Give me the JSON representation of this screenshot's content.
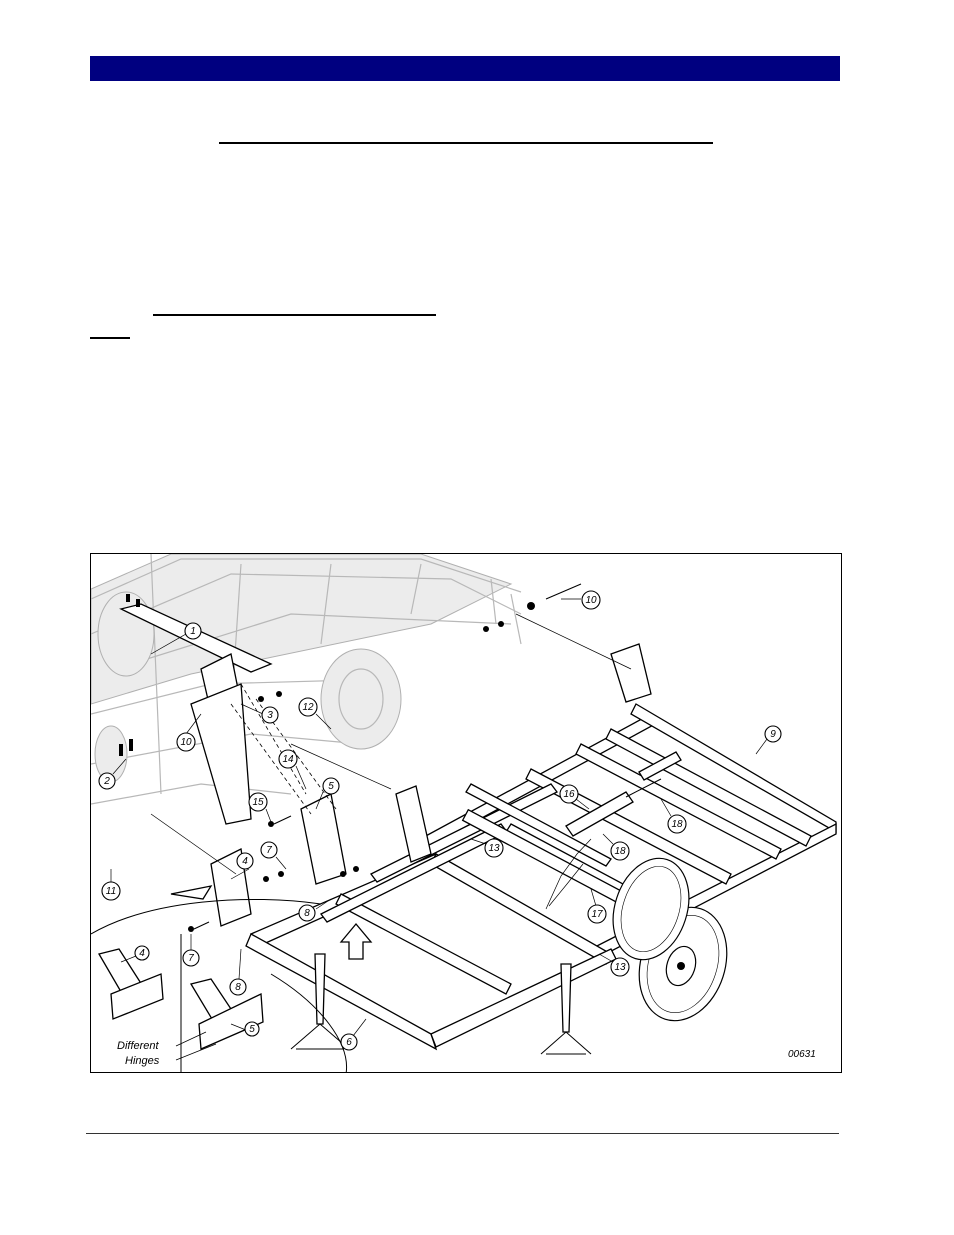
{
  "figure": {
    "code": "00631",
    "inset_label_line1": "Different",
    "inset_label_line2": "Hinges",
    "callouts": {
      "c1": "1",
      "c2": "2",
      "c3": "3",
      "c4": "4",
      "c5": "5",
      "c6": "6",
      "c7": "7",
      "c7b": "7",
      "c8": "8",
      "c8b": "8",
      "c9": "9",
      "c10": "10",
      "c10b": "10",
      "c11": "11",
      "c12": "12",
      "c13": "13",
      "c13b": "13",
      "c14": "14",
      "c15": "15",
      "c16": "16",
      "c17": "17",
      "c18": "18",
      "c18b": "18",
      "c4i": "4",
      "c5i": "5"
    }
  }
}
